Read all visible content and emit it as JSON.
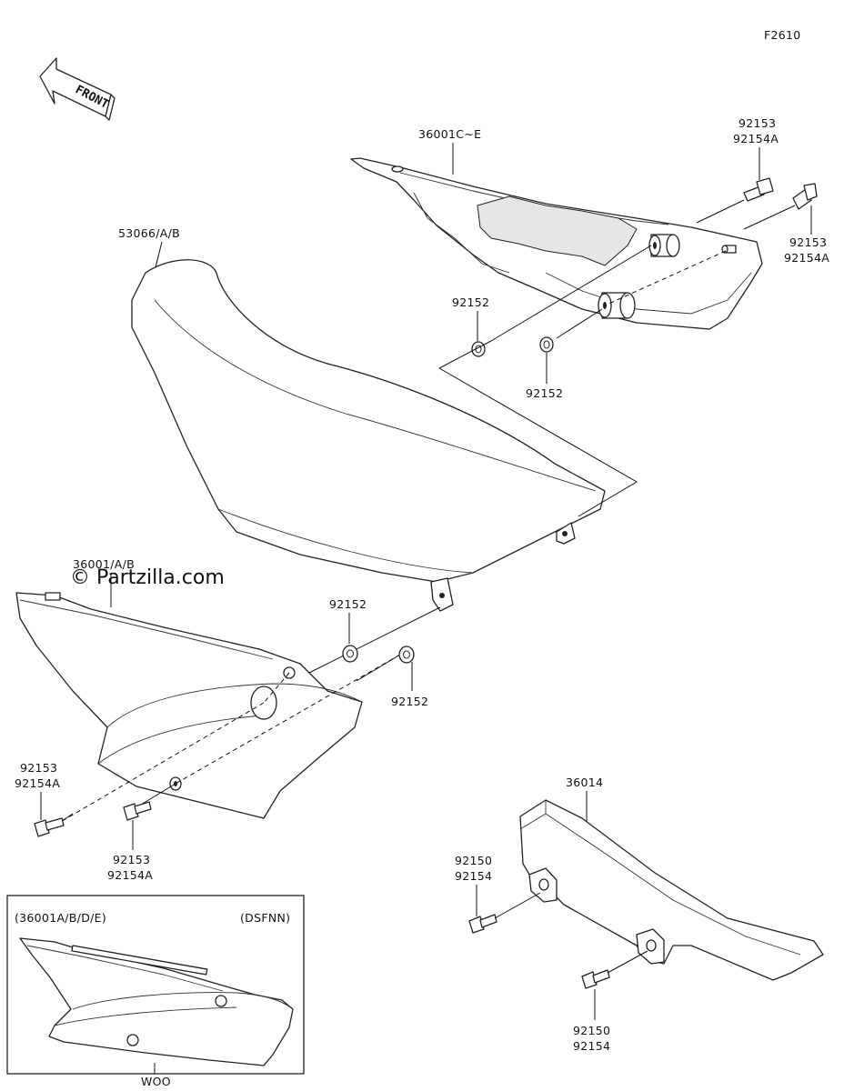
{
  "figure_code": "F2610",
  "front_indicator": "FRONT",
  "watermark": "© Partzilla.com",
  "callouts": {
    "side_cover_right": "36001C~E",
    "bolt_top_a_1": "92153",
    "bolt_top_a_2": "92154A",
    "bolt_top_b_1": "92153",
    "bolt_top_b_2": "92154A",
    "seat": "53066/A/B",
    "damper_top_left": "92152",
    "damper_top_right": "92152",
    "side_cover_left": "36001/A/B",
    "damper_mid_left": "92152",
    "damper_mid_right": "92152",
    "bolt_left_a_1": "92153",
    "bolt_left_a_2": "92154A",
    "bolt_left_b_1": "92153",
    "bolt_left_b_2": "92154A",
    "chain_cover": "36014",
    "bolt_chain_a_1": "92150",
    "bolt_chain_a_2": "92154",
    "bolt_chain_b_1": "92150",
    "bolt_chain_b_2": "92154"
  },
  "inset": {
    "variant": "(36001A/B/D/E)",
    "model": "(DSFNN)",
    "color_code": "WOO"
  }
}
